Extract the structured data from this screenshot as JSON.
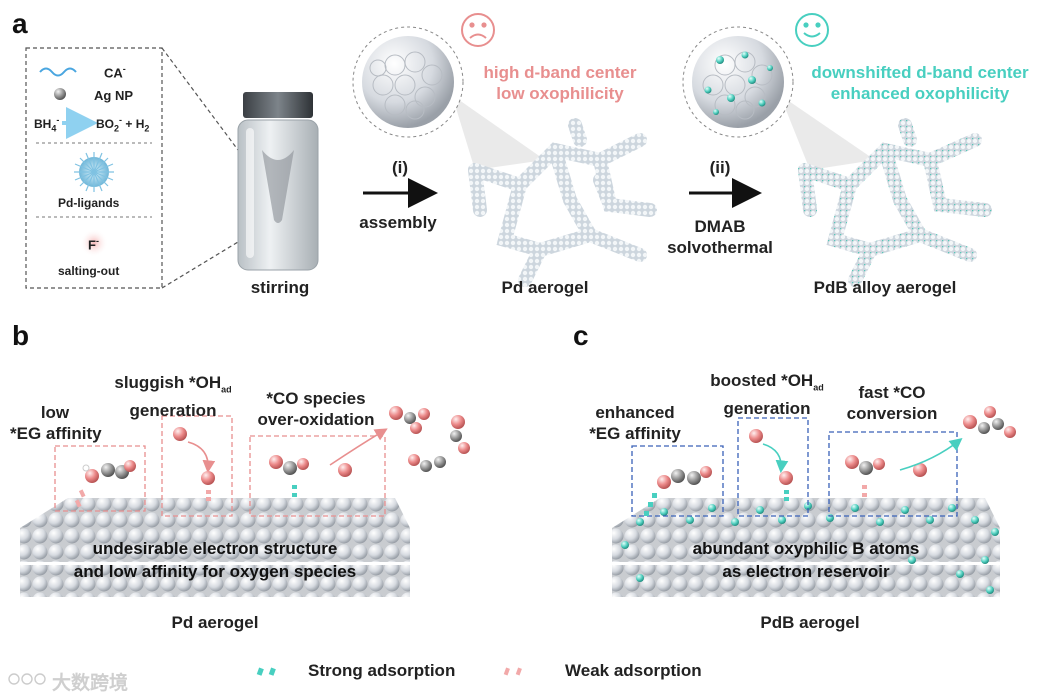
{
  "colors": {
    "pink": "#e88f8f",
    "teal": "#48cfc0",
    "blue_box": "#3a62b8",
    "arrow_light": "#8fd1f0",
    "sphere": "#d9dde3",
    "text": "#222222"
  },
  "panels": {
    "a": "a",
    "b": "b",
    "c": "c"
  },
  "panel_a": {
    "legend": {
      "ca": "CA",
      "ca_charge": "-",
      "ag": "Ag NP",
      "bh4": "BH",
      "bh4_sub": "4",
      "bh4_charge": "-",
      "bo2": "BO",
      "bo2_sub": "2",
      "bo2_charge": "-",
      "h2_text": " + H",
      "h2_sub": "2",
      "pd_ligands": "Pd-ligands",
      "f": "F",
      "f_charge": "-",
      "salting_out": "salting-out"
    },
    "stirring": "stirring",
    "step1_label": "(i)",
    "step1_text": "assembly",
    "pd_aerogel": "Pd aerogel",
    "pd_props": [
      "high d-band center",
      "low  oxophilicity"
    ],
    "step2_label": "(ii)",
    "step2_lines": [
      "DMAB",
      "solvothermal"
    ],
    "pdb_aerogel": "PdB alloy aerogel",
    "pdb_props": [
      "downshifted d-band center",
      "enhanced  oxophilicity"
    ],
    "sad_face_icon": "sad-face-icon",
    "happy_face_icon": "happy-face-icon"
  },
  "panel_b": {
    "label1": [
      "low",
      "*EG affinity"
    ],
    "label2_line1": "sluggish *OH",
    "label2_sub": "ad",
    "label2_line2": "generation",
    "label3": [
      "*CO species",
      "over-oxidation"
    ],
    "surface_text": [
      "undesirable electron structure",
      "and low affinity for oxygen species"
    ],
    "caption": "Pd aerogel"
  },
  "panel_c": {
    "label1": [
      "enhanced",
      "*EG affinity"
    ],
    "label2_line1": "boosted *OH",
    "label2_sub": "ad",
    "label2_line2": "generation",
    "label3": [
      "fast *CO",
      "conversion"
    ],
    "surface_text": [
      "abundant oxyphilic B atoms",
      "as electron reservoir"
    ],
    "caption": "PdB aerogel"
  },
  "legend_bottom": {
    "strong": "Strong adsorption",
    "weak": "Weak adsorption"
  },
  "watermark": "大数跨境"
}
